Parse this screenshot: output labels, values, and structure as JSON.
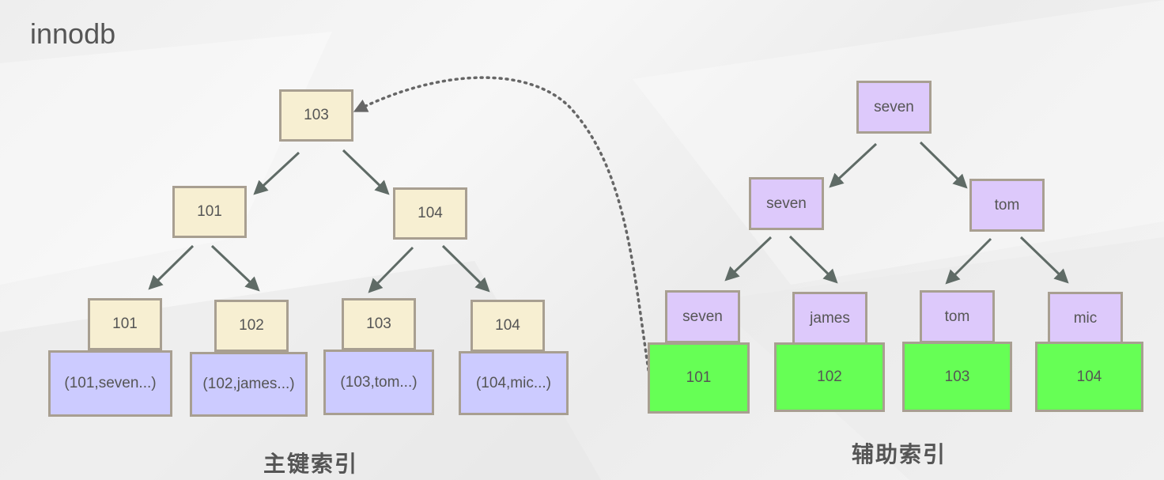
{
  "title": "innodb",
  "primary_index": {
    "caption": "主键索引",
    "root": "103",
    "level2": [
      "101",
      "104"
    ],
    "leaves": [
      "101",
      "102",
      "103",
      "104"
    ],
    "rows": [
      "(101,seven...)",
      "(102,james...)",
      "(103,tom...)",
      "(104,mic...)"
    ]
  },
  "secondary_index": {
    "caption": "辅助索引",
    "root": "seven",
    "level2": [
      "seven",
      "tom"
    ],
    "leaves": [
      "seven",
      "james",
      "tom",
      "mic"
    ],
    "pk_values": [
      "101",
      "102",
      "103",
      "104"
    ]
  },
  "colors": {
    "key_node": "#f7efd2",
    "row_node": "#cccbff",
    "secondary_node": "#ddc9fb",
    "pk_node": "#66ff55",
    "border": "#a89f91",
    "arrow": "#5f6b66"
  }
}
